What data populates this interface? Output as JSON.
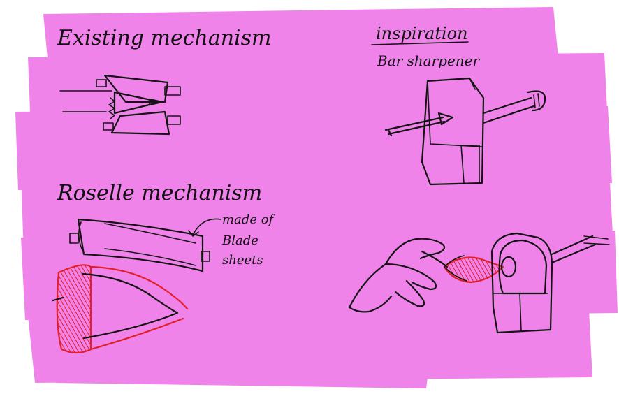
{
  "colors": {
    "highlighter": "#ef83ea",
    "ink": "#141414",
    "red_marker": "#e2202a",
    "paper": "#ffffff"
  },
  "notes": {
    "existing_mechanism": "Existing mechanism",
    "inspiration": "inspiration",
    "inspiration_detail": "Bar sharpener",
    "roselle_mechanism": "Roselle mechanism",
    "annotation_line1": "made of",
    "annotation_line2": "Blade",
    "annotation_line3": "sheets"
  },
  "icons": {
    "existing": "existing-mechanism-sketch-icon",
    "sharpener": "pencil-sharpener-sketch-icon",
    "roselle": "roselle-blade-sketch-icon",
    "hand": "hand-holding-bud-sketch-icon"
  }
}
